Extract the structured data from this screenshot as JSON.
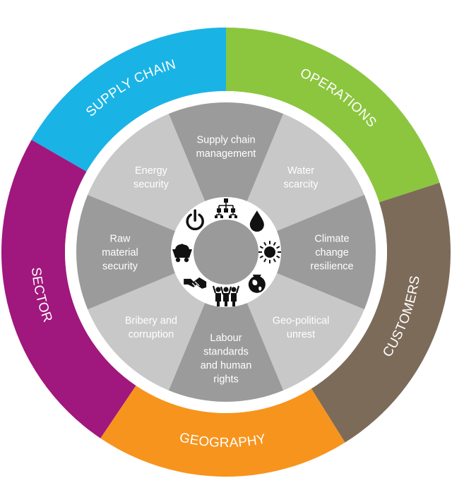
{
  "outer_ring": [
    {
      "label": "SUPPLY CHAIN",
      "color": "#1ab3e6"
    },
    {
      "label": "OPERATIONS",
      "color": "#8cc63f"
    },
    {
      "label": "CUSTOMERS",
      "color": "#7d6b59"
    },
    {
      "label": "GEOGRAPHY",
      "color": "#f7941d"
    },
    {
      "label": "SECTOR",
      "color": "#a0177d"
    }
  ],
  "risk_segments": [
    {
      "lines": [
        "Supply chain",
        "management"
      ],
      "icon": "org-chart-icon",
      "color": "#9b9b9b"
    },
    {
      "lines": [
        "Water",
        "scarcity"
      ],
      "icon": "water-drop-icon",
      "color": "#c8c8c8"
    },
    {
      "lines": [
        "Climate",
        "change",
        "resilience"
      ],
      "icon": "sun-icon",
      "color": "#9b9b9b"
    },
    {
      "lines": [
        "Geo-political",
        "unrest"
      ],
      "icon": "globe-icon",
      "color": "#c8c8c8"
    },
    {
      "lines": [
        "Labour",
        "standards",
        "and human",
        "rights"
      ],
      "icon": "people-icon",
      "color": "#9b9b9b"
    },
    {
      "lines": [
        "Bribery and",
        "corruption"
      ],
      "icon": "handshake-icon",
      "color": "#c8c8c8"
    },
    {
      "lines": [
        "Raw",
        "material",
        "security"
      ],
      "icon": "mine-cart-icon",
      "color": "#9b9b9b"
    },
    {
      "lines": [
        "Energy",
        "security"
      ],
      "icon": "power-icon",
      "color": "#c8c8c8"
    }
  ]
}
